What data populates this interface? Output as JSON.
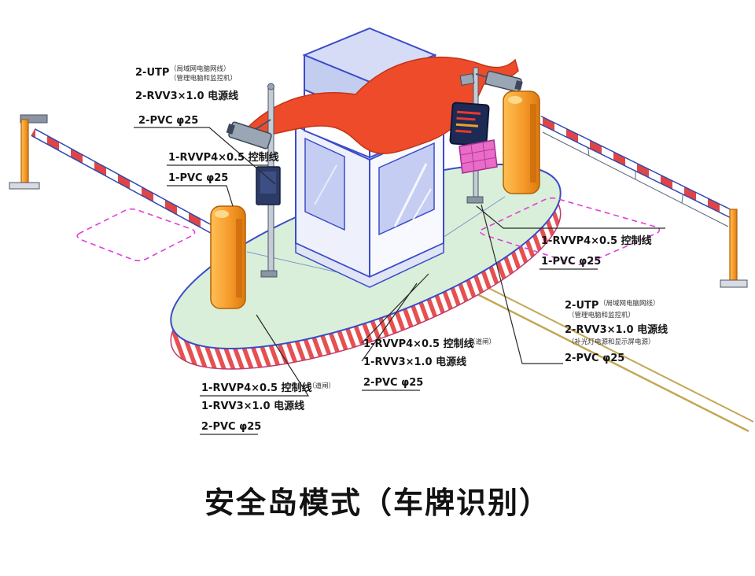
{
  "title": "安全岛模式（车牌识别）",
  "annotations": {
    "top_left": {
      "utp": "2-UTP",
      "utp_note1": "（局域网电脑网线）",
      "utp_note2": "（管理电脑和监控机）",
      "power": "2-RVV3×1.0 电源线",
      "conduit": "2-PVC φ25"
    },
    "left_mid": {
      "control": "1-RVVP4×0.5 控制线",
      "conduit": "1-PVC φ25"
    },
    "right_mid": {
      "control": "1-RVVP4×0.5 控制线",
      "conduit": "1-PVC φ25"
    },
    "right_lower": {
      "utp": "2-UTP",
      "utp_note1": "（局域网电脑网线）",
      "utp_note2": "（管理电脑和监控机）",
      "power": "2-RVV3×1.0 电源线",
      "power_note": "（补光灯电源和显示屏电源）",
      "conduit": "2-PVC φ25"
    },
    "center_bottom": {
      "control": "1-RVVP4×0.5 控制线",
      "control_note": "（道闸）",
      "power": "1-RVV3×1.0 电源线",
      "conduit": "2-PVC φ25"
    },
    "left_bottom": {
      "control": "1-RVVP4×0.5 控制线",
      "control_note": "（道闸）",
      "power": "1-RVV3×1.0 电源线",
      "conduit": "2-PVC φ25"
    }
  },
  "colors": {
    "outline_blue": "#3b4bc8",
    "canopy_red": "#ee4b2b",
    "island_green": "#d9efd9",
    "stripe_red": "#e65050",
    "post_orange": "#f59a2b",
    "zone_magenta": "#e040d8",
    "road_yellow": "#c2a855"
  }
}
